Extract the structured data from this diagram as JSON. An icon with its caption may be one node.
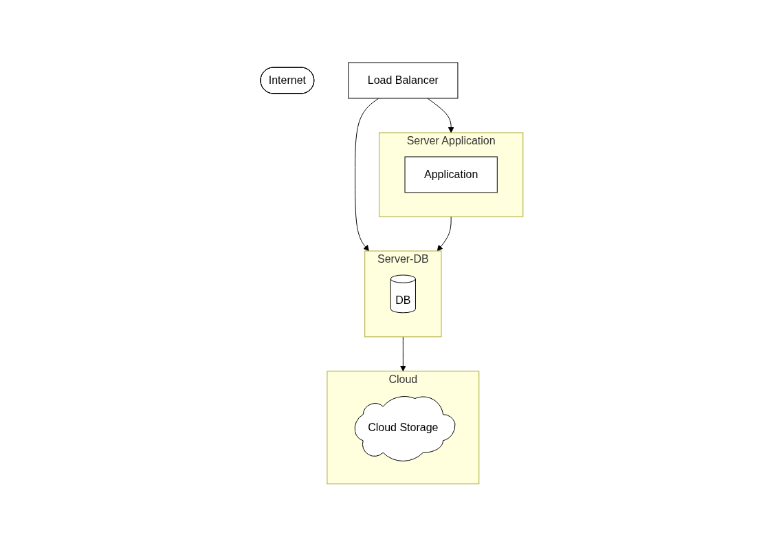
{
  "diagram": {
    "nodes": [
      {
        "text": [
          "Internet"
        ]
      },
      {
        "text": [
          "Load Balancer"
        ]
      },
      {
        "text": [
          "Server Application"
        ]
      },
      {
        "text": [
          "Application"
        ],
        "in": 2
      },
      {
        "text": [
          "Server-DB"
        ]
      },
      {
        "text": [
          "DB"
        ],
        "in": 4
      },
      {
        "text": [
          "Cloud"
        ]
      },
      {
        "text": [
          "Cloud Storage"
        ],
        "in": 6
      }
    ],
    "edges": [
      {
        "from": 1,
        "to": 2,
        "arrow": "to"
      },
      {
        "from": 1,
        "to": 4,
        "arrow": "to"
      },
      {
        "from": 2,
        "to": 4,
        "arrow": "to"
      },
      {
        "from": 4,
        "to": 6,
        "arrow": "to"
      }
    ]
  }
}
